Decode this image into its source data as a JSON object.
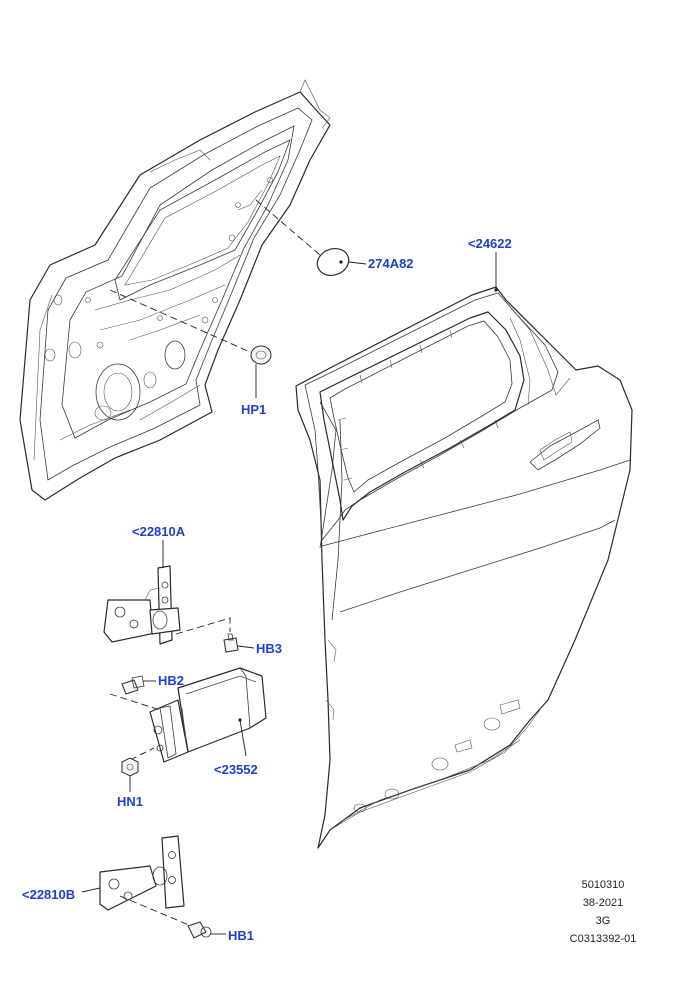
{
  "labels": {
    "p274A82": "274A82",
    "p24622": "<24622",
    "hp1": "HP1",
    "p22810A": "<22810A",
    "hb3": "HB3",
    "hb2": "HB2",
    "p23552": "<23552",
    "hn1": "HN1",
    "p22810B": "<22810B",
    "hb1": "HB1"
  },
  "footer": {
    "line1": "5010310",
    "line2": "38-2021",
    "line3": "3G",
    "line4": "C0313392-01"
  },
  "colors": {
    "label": "#1f3fd1",
    "line": "#2a2a2a"
  }
}
